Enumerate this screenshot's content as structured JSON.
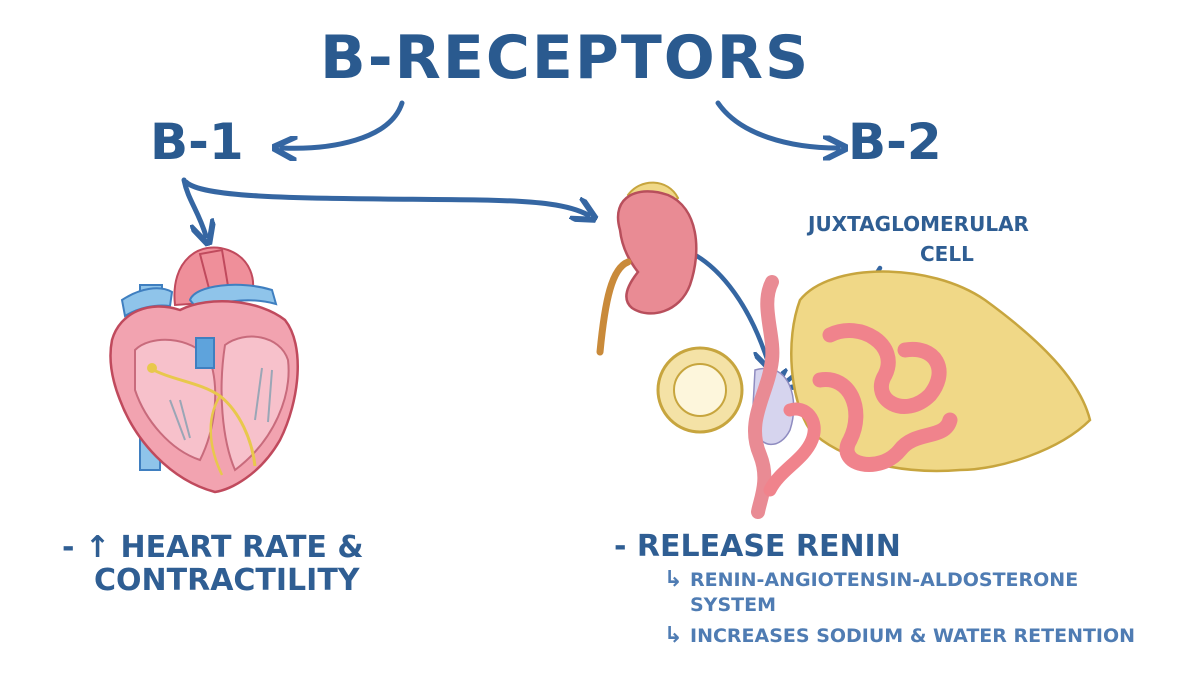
{
  "title": "β-RECEPTORS",
  "receptor_1": "β-1",
  "receptor_2": "β-2",
  "jg_label": {
    "line1": "JUXTAGLOMERULAR",
    "line2": "CELL"
  },
  "effect_1": {
    "line1": "- ↑ HEART RATE &",
    "line2": "CONTRACTILITY"
  },
  "effect_2": {
    "main": "- RELEASE RENIN",
    "sub1_line1": "RENIN-ANGIOTENSIN-ALDOSTERONE",
    "sub1_line2": "SYSTEM",
    "sub2": "INCREASES SODIUM & WATER RETENTION",
    "sub_arrow": "↳"
  },
  "colors": {
    "text": "#2f5e93",
    "arrow": "#3566a2",
    "heart": "#f2a3b0",
    "kidney": "#e98b94",
    "tubule": "#f0838c",
    "capsule": "#e8c766"
  }
}
